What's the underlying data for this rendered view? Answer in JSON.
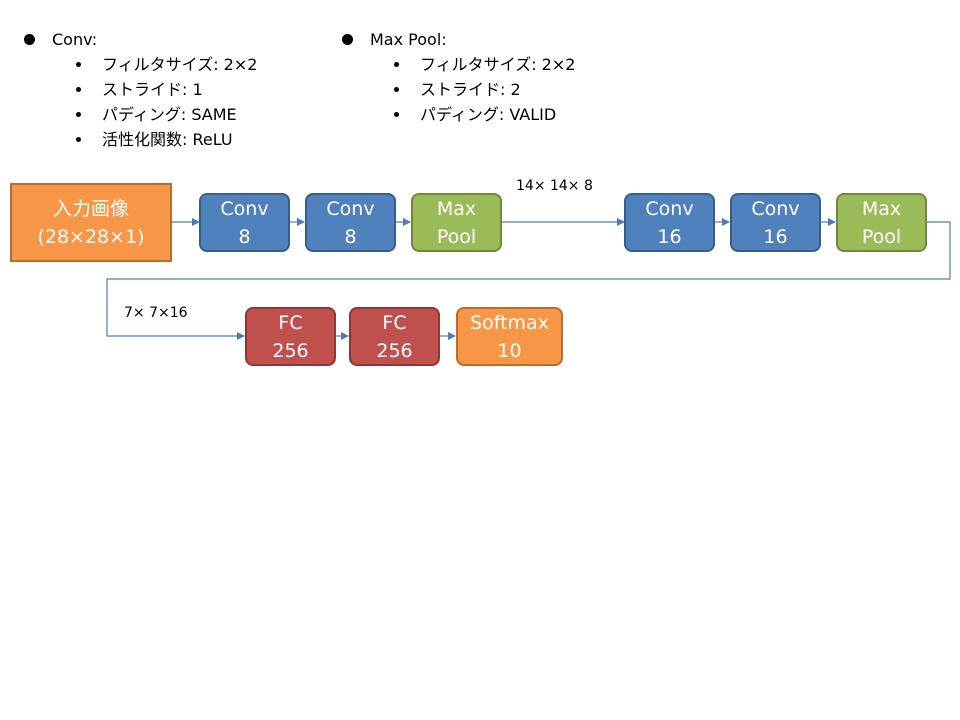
{
  "conv_spec": {
    "title": "Conv:",
    "items": [
      "フィルタサイズ: 2×2",
      "ストライド: 1",
      "パディング: SAME",
      "活性化関数: ReLU"
    ]
  },
  "pool_spec": {
    "title": "Max Pool:",
    "items": [
      "フィルタサイズ: 2×2",
      "ストライド: 2",
      "パディング: VALID"
    ]
  },
  "nodes": {
    "input": [
      "入力画像",
      "(28×28×1)"
    ],
    "conv1": [
      "Conv",
      "8"
    ],
    "conv2": [
      "Conv",
      "8"
    ],
    "pool1": [
      "Max",
      "Pool"
    ],
    "conv3": [
      "Conv",
      "16"
    ],
    "conv4": [
      "Conv",
      "16"
    ],
    "pool2": [
      "Max",
      "Pool"
    ],
    "fc1": [
      "FC",
      "256"
    ],
    "fc2": [
      "FC",
      "256"
    ],
    "softmax": [
      "Softmax",
      "10"
    ]
  },
  "dims": {
    "after_pool1": "14× 14× 8",
    "after_pool2": "7× 7×16"
  },
  "colors": {
    "conv": "#4f81bd",
    "pool": "#9bbb59",
    "fc": "#c0504d",
    "input_softmax": "#f79646",
    "connector": "#4a7ebb"
  }
}
